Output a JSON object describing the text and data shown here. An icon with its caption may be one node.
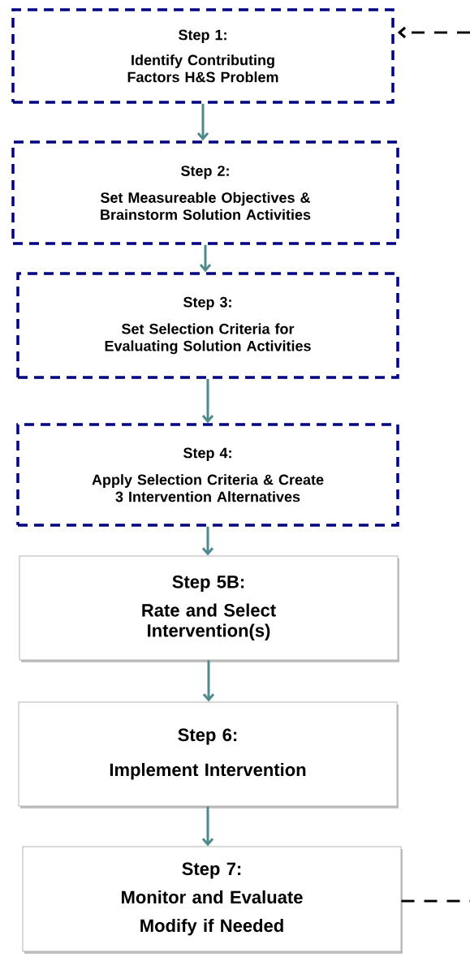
{
  "diagram": {
    "nodes": [
      {
        "text": [
          "Step 1:",
          "Identify Contributing Factors H&S Problem"
        ]
      },
      {
        "text": [
          "Step 2:",
          "Set Measureable Objectives & Brainstorm Solution Activities"
        ]
      },
      {
        "text": [
          "Step 3:",
          "Set Selection Criteria for Evaluating Solution Activities"
        ]
      },
      {
        "text": [
          "Step 4:",
          "Apply Selection Criteria & Create 3 Intervention Alternatives"
        ]
      },
      {
        "text": [
          "Step 5B:",
          "Rate and Select Intervention(s)"
        ]
      },
      {
        "text": [
          "Step 6:",
          "Implement Intervention"
        ]
      },
      {
        "text": [
          "Step 7:",
          "Monitor and Evaluate",
          "Modify if Needed"
        ]
      }
    ],
    "edges": [
      {
        "from": null,
        "to": 0,
        "arrow": "to",
        "style": "dashed",
        "color": "#000000"
      },
      {
        "from": 0,
        "to": 1,
        "arrow": "to"
      },
      {
        "from": 1,
        "to": 2,
        "arrow": "to"
      },
      {
        "from": 2,
        "to": 3,
        "arrow": "to"
      },
      {
        "from": 3,
        "to": 4,
        "arrow": "to"
      },
      {
        "from": 4,
        "to": 5,
        "arrow": "to"
      },
      {
        "from": 5,
        "to": 6,
        "arrow": "to"
      },
      {
        "from": 6,
        "to": null,
        "arrow": "none",
        "style": "dashed",
        "color": "#000000"
      }
    ]
  }
}
